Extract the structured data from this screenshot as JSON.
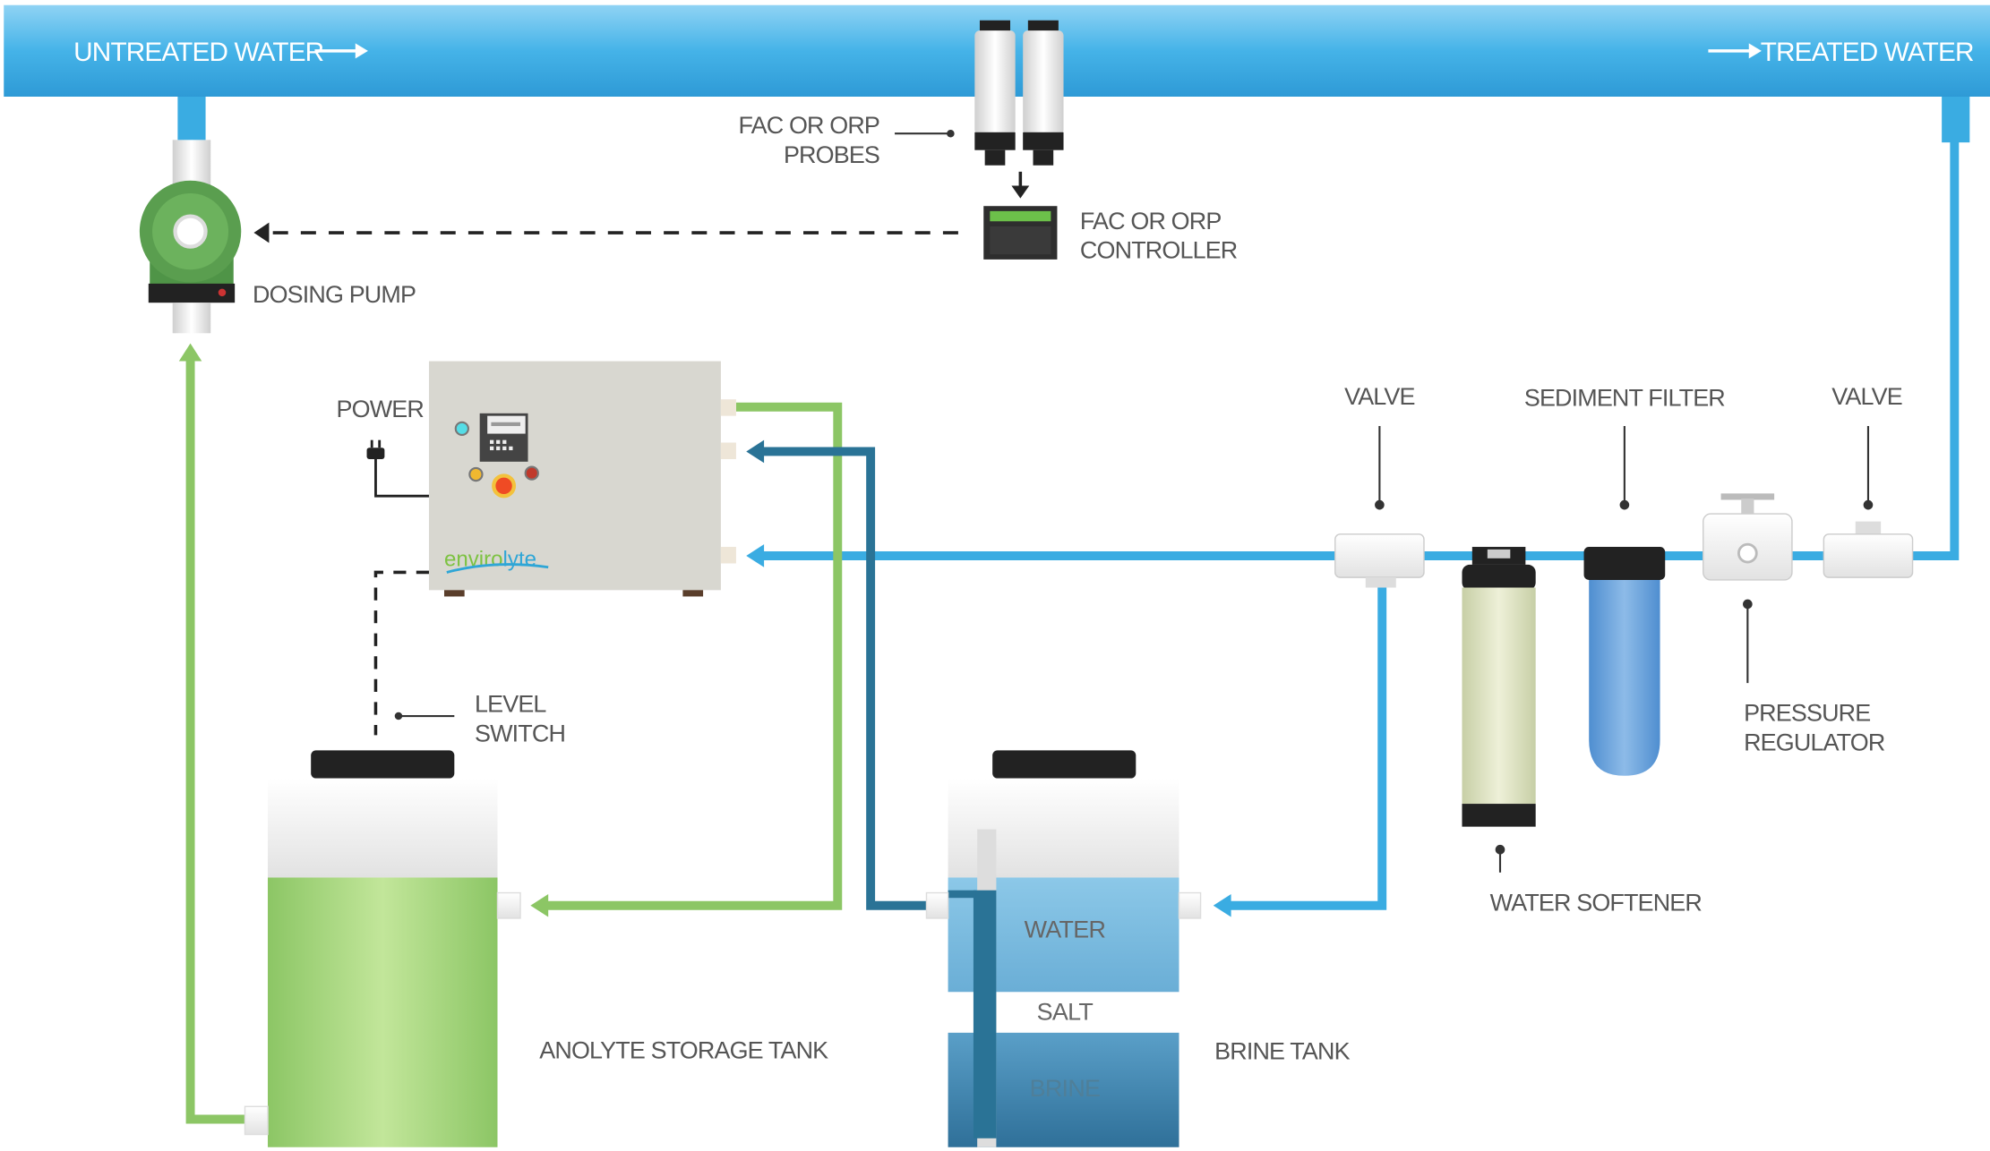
{
  "pipe": {
    "left_label": "UNTREATED WATER",
    "right_label": "TREATED WATER"
  },
  "labels": {
    "probes": [
      "FAC OR ORP",
      "PROBES"
    ],
    "controller": [
      "FAC OR ORP",
      "CONTROLLER"
    ],
    "dosing_pump": "DOSING PUMP",
    "power": "POWER",
    "valve_left": "VALVE",
    "sediment_filter": "SEDIMENT FILTER",
    "valve_right": "VALVE",
    "pressure_regulator": [
      "PRESSURE",
      "REGULATOR"
    ],
    "water_softener": "WATER SOFTENER",
    "level_switch": [
      "LEVEL",
      "SWITCH"
    ],
    "anolyte_tank": "ANOLYTE STORAGE TANK",
    "brine_tank": "BRINE TANK",
    "brine_layers": {
      "water": "WATER",
      "salt": "SALT",
      "brine": "BRINE"
    }
  },
  "logo": "envirolyte",
  "colors": {
    "pipe_blue": "#3aace2",
    "dark_blue": "#2a7396",
    "anolyte_green": "#8cc665",
    "pump_green": "#5a9e4f"
  }
}
